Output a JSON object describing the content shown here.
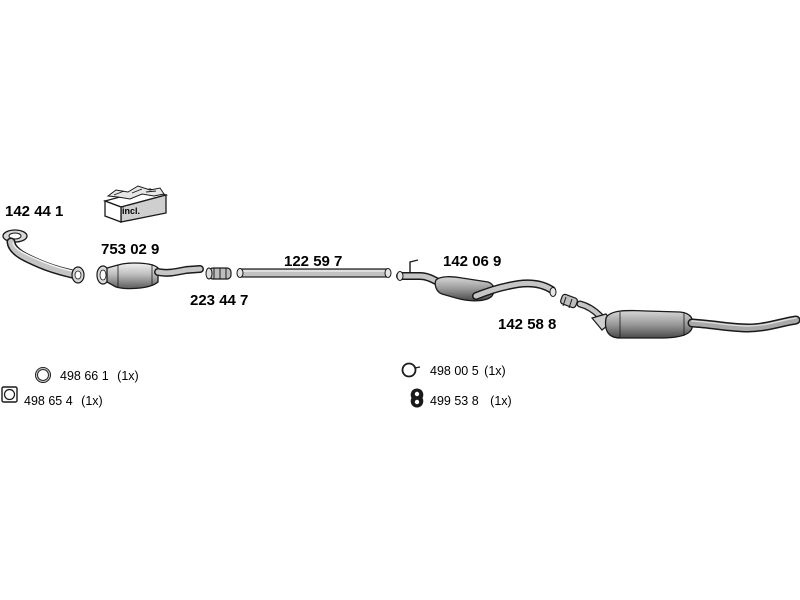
{
  "incl_box": {
    "label": "incl."
  },
  "parts": {
    "front_pipe": "142 44 1",
    "catalyst": "753 02 9",
    "clamp": "223 44 7",
    "middle_pipe": "122 59 7",
    "centre_silencer": "142 06 9",
    "clamp_rear": "142 58 8"
  },
  "accessories": {
    "ring": {
      "part": "498 66 1",
      "qty": "(1x)"
    },
    "gasket": {
      "part": "498 65 4",
      "qty": "(1x)"
    },
    "rubber_ring": {
      "part": "498 00 5",
      "qty": "(1x)"
    },
    "hanger": {
      "part": "499 53 8",
      "qty": "(1x)"
    }
  },
  "colors": {
    "light": "#e6e6e6",
    "mid": "#a8a8a8",
    "dark": "#555555",
    "outline": "#1a1a1a"
  }
}
